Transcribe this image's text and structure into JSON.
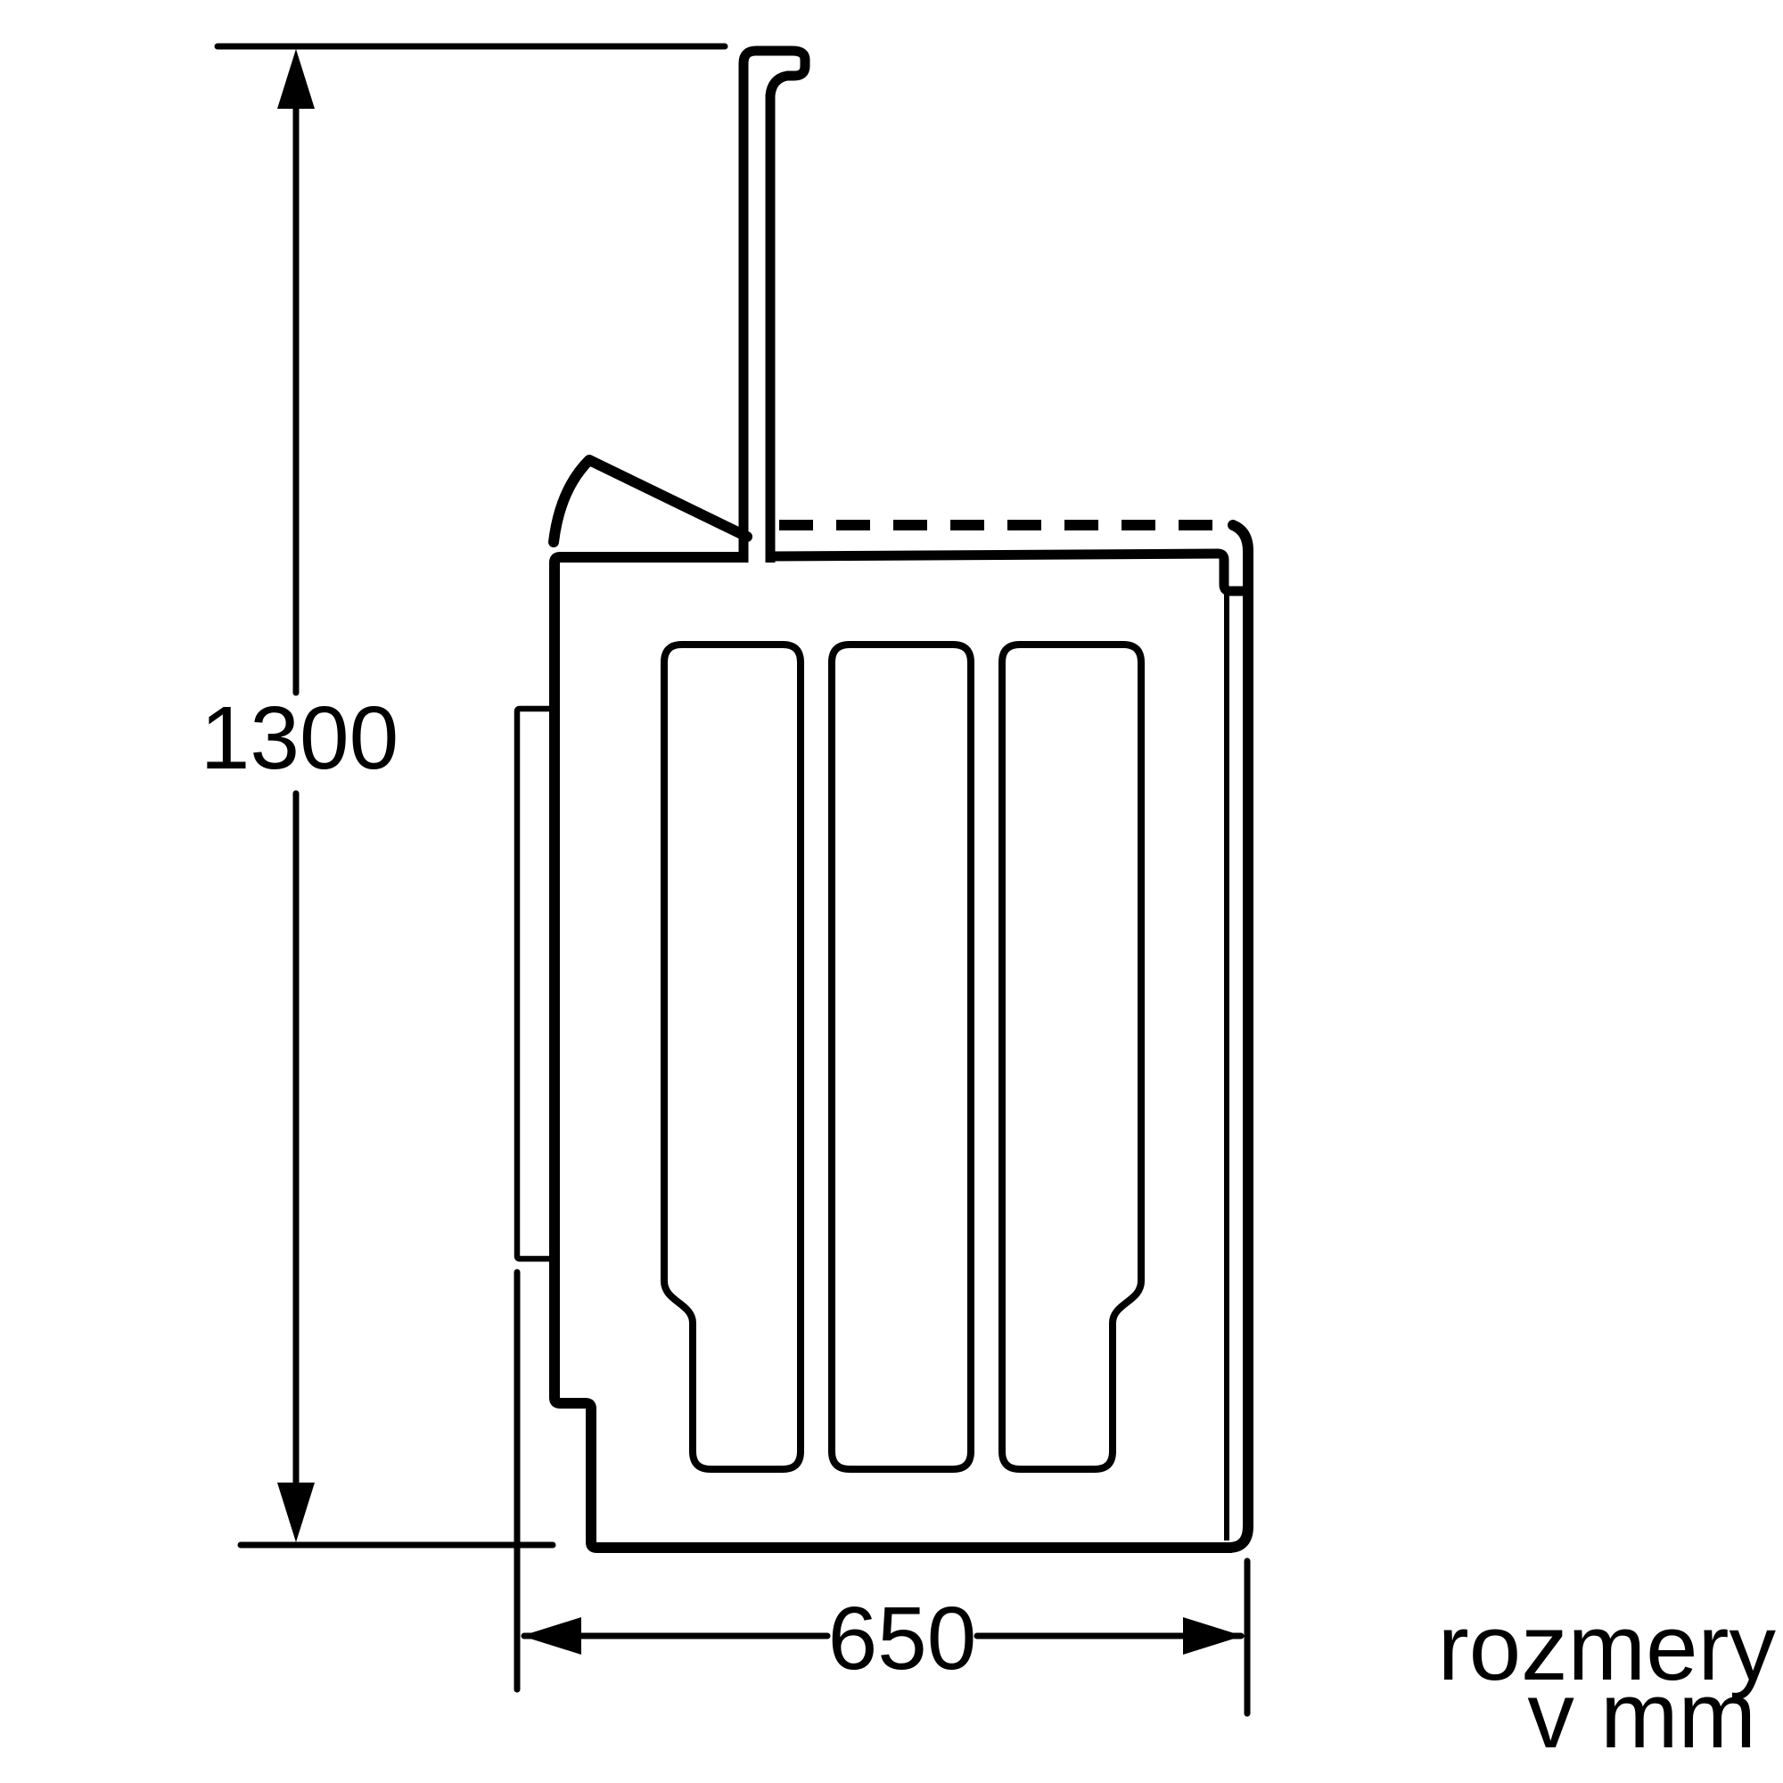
{
  "diagram": {
    "type": "appliance-dimension-drawing",
    "subject": "top-loading washing machine, side view with lid open",
    "dimensions": {
      "height": {
        "label": "1300"
      },
      "depth": {
        "label": "650"
      }
    },
    "note": {
      "line1": "rozmery",
      "line2": "v mm"
    },
    "colors": {
      "line": "#000000",
      "background": "#ffffff"
    }
  }
}
